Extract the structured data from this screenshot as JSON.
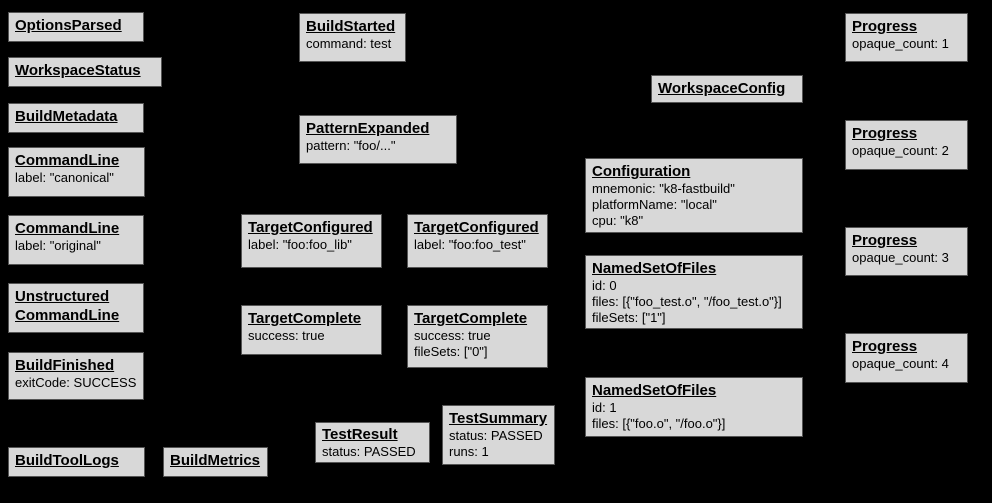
{
  "diagram": {
    "background": "#000000",
    "node_fill": "#d8d8d8",
    "node_border": "#555555",
    "text_color": "#000000"
  },
  "boxes": [
    {
      "title": "OptionsParsed",
      "lines": []
    },
    {
      "title": "WorkspaceStatus",
      "lines": []
    },
    {
      "title": "BuildMetadata",
      "lines": []
    },
    {
      "title": "CommandLine",
      "lines": [
        "label: \"canonical\""
      ]
    },
    {
      "title": "CommandLine",
      "lines": [
        "label: \"original\""
      ]
    },
    {
      "title": "Unstructured CommandLine",
      "lines": []
    },
    {
      "title": "BuildFinished",
      "lines": [
        "exitCode: SUCCESS"
      ]
    },
    {
      "title": "BuildToolLogs",
      "lines": []
    },
    {
      "title": "BuildMetrics",
      "lines": []
    },
    {
      "title": "BuildStarted",
      "lines": [
        "command: test"
      ]
    },
    {
      "title": "PatternExpanded",
      "lines": [
        "pattern: \"foo/...\""
      ]
    },
    {
      "title": "TargetConfigured",
      "lines": [
        "label: \"foo:foo_lib\""
      ]
    },
    {
      "title": "TargetConfigured",
      "lines": [
        "label: \"foo:foo_test\""
      ]
    },
    {
      "title": "TargetComplete",
      "lines": [
        "success: true"
      ]
    },
    {
      "title": "TargetComplete",
      "lines": [
        "success: true",
        "fileSets: [\"0\"]"
      ]
    },
    {
      "title": "TestResult",
      "lines": [
        "status: PASSED"
      ]
    },
    {
      "title": "TestSummary",
      "lines": [
        "status: PASSED",
        "runs: 1"
      ]
    },
    {
      "title": "WorkspaceConfig",
      "lines": []
    },
    {
      "title": "Configuration",
      "lines": [
        "mnemonic: \"k8-fastbuild\"",
        "platformName: \"local\"",
        "cpu: \"k8\""
      ]
    },
    {
      "title": "NamedSetOfFiles",
      "lines": [
        "id: 0",
        "files: [{\"foo_test.o\", \"/foo_test.o\"}]",
        "fileSets: [\"1\"]"
      ]
    },
    {
      "title": "NamedSetOfFiles",
      "lines": [
        "id: 1",
        "files: [{\"foo.o\", \"/foo.o\"}]"
      ]
    },
    {
      "title": "Progress",
      "lines": [
        "opaque_count: 1"
      ]
    },
    {
      "title": "Progress",
      "lines": [
        "opaque_count: 2"
      ]
    },
    {
      "title": "Progress",
      "lines": [
        "opaque_count: 3"
      ]
    },
    {
      "title": "Progress",
      "lines": [
        "opaque_count: 4"
      ]
    }
  ]
}
